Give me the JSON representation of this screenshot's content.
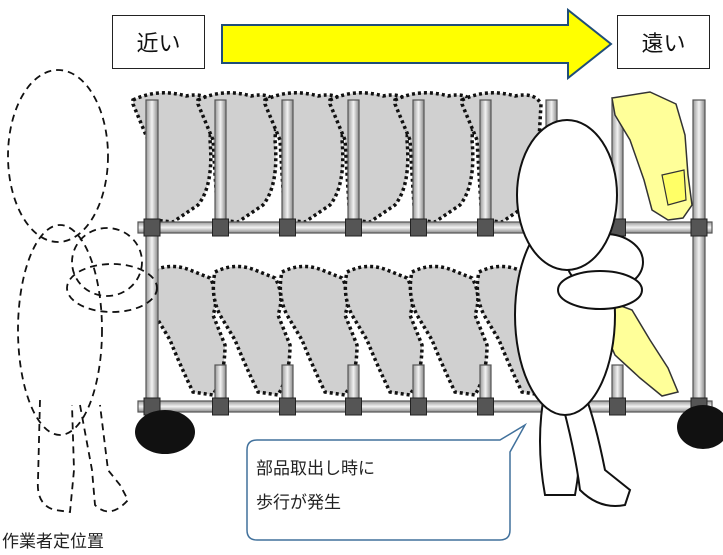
{
  "labels": {
    "near": "近い",
    "far": "遠い"
  },
  "callout": {
    "line1": "部品取出し時に",
    "line2": "歩行が発生"
  },
  "worker_position": "作業者定位置",
  "colors": {
    "arrow_fill": "#ffff00",
    "arrow_stroke": "#1f4e79",
    "callout_border": "#41719c",
    "part_gray": "#d0d0d0",
    "part_yellow": "#ffff99",
    "frame": "#555555",
    "caster": "#111111"
  }
}
